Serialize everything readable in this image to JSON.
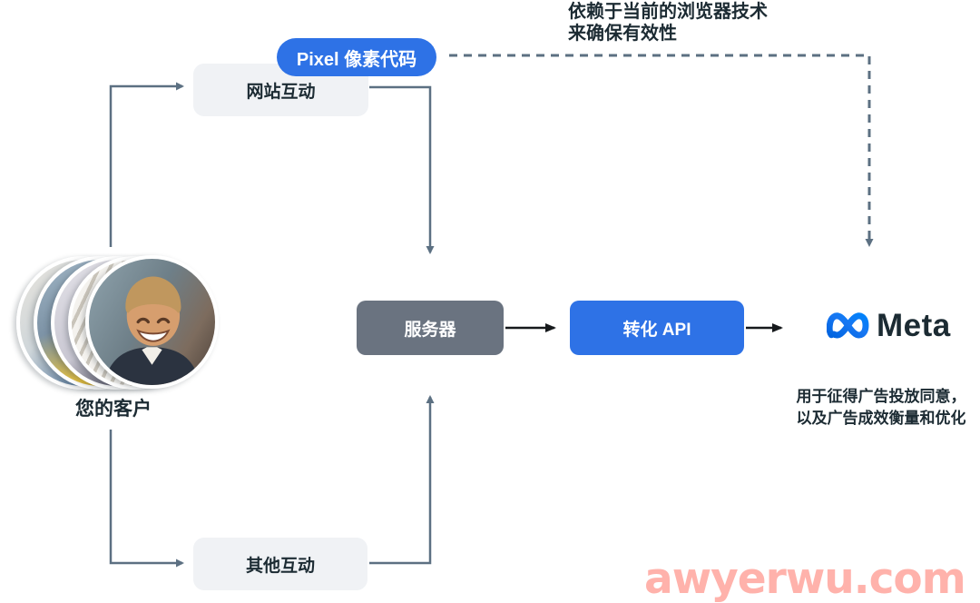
{
  "diagram": {
    "browser_note": {
      "line1": "依赖于当前的浏览器技术",
      "line2": "来确保有效性"
    },
    "pixel_pill_label": "Pixel 像素代码",
    "website_interaction_label": "网站互动",
    "other_interaction_label": "其他互动",
    "customer_label": "您的客户",
    "server_label": "服务器",
    "conversions_api_label": "转化 API",
    "meta_wordmark": "Meta",
    "meta_note": {
      "line1": "用于征得广告投放同意，",
      "line2": "以及广告成效衡量和优化"
    }
  },
  "watermark": "awyerwu.com",
  "icons": {
    "meta_logo": "meta-infinity-icon",
    "customer_photos": "stacked-customer-photos"
  },
  "colors": {
    "blue": "#2e72e6",
    "gray_node": "#6a7380",
    "light_node": "#f0f2f5",
    "ink": "#1c2b33",
    "connector": "#5c7082",
    "arrow_black": "#16191c",
    "watermark": "#ffb2ab",
    "meta_blue_1": "#0064e0",
    "meta_blue_2": "#0082fb"
  }
}
